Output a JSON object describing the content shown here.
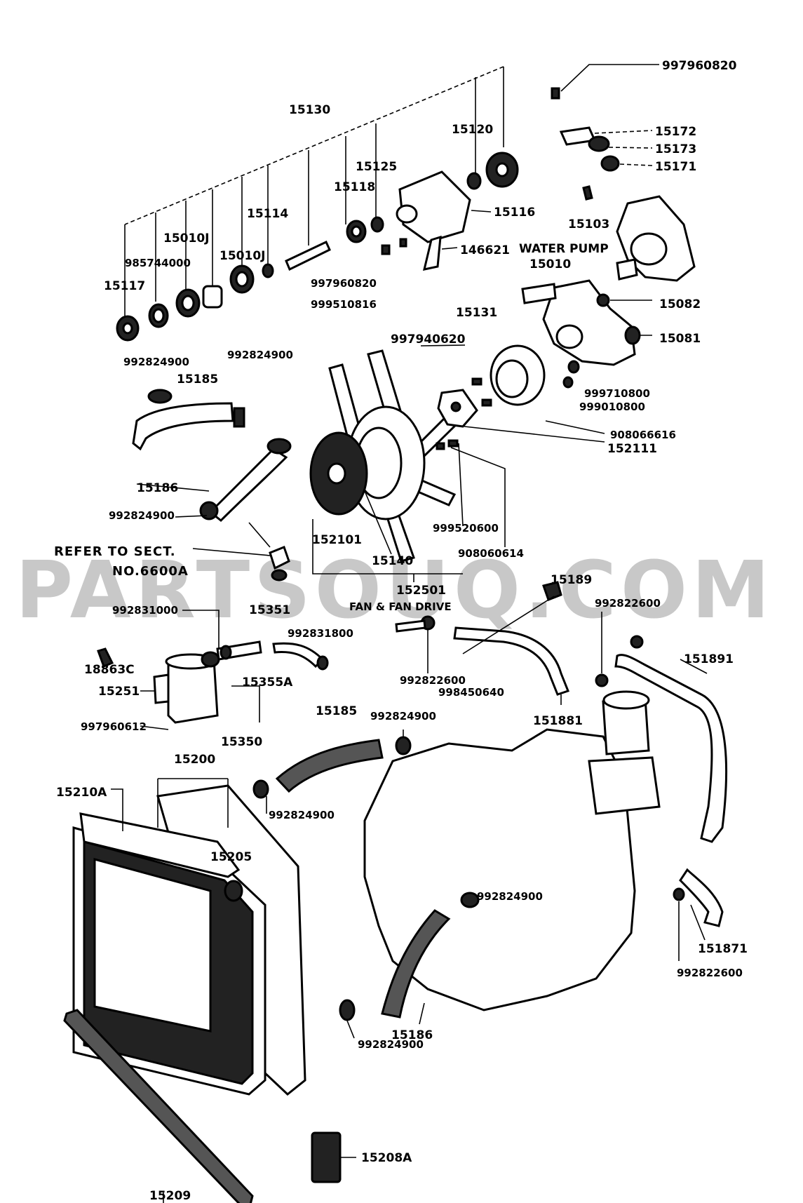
{
  "watermark": "PARTSOUQ.COM",
  "sections": {
    "water_pump": "WATER PUMP",
    "fan_drive": "FAN & FAN DRIVE",
    "refer_line1": "REFER TO SECT.",
    "refer_line2": "NO.6600A"
  },
  "labels": {
    "p997960820_top": "997960820",
    "p15130": "15130",
    "p15120": "15120",
    "p15172": "15172",
    "p15173": "15173",
    "p15125": "15125",
    "p15171": "15171",
    "p15118": "15118",
    "p15116": "15116",
    "p15114": "15114",
    "p15103": "15103",
    "p15010J_a": "15010J",
    "p985744000": "985744000",
    "p15010J_b": "15010J",
    "p146621": "146621",
    "p15010": "15010",
    "p15117": "15117",
    "p997960820_mid": "997960820",
    "p999510816": "999510816",
    "p15131": "15131",
    "p15082": "15082",
    "p997940620": "997940620",
    "p15081": "15081",
    "p992824900_a": "992824900",
    "p992824900_b": "992824900",
    "p15185_a": "15185",
    "p999710800": "999710800",
    "p999010800": "999010800",
    "p908066616": "908066616",
    "p152111": "152111",
    "p15186_a": "15186",
    "p992824900_c": "992824900",
    "p999520600": "999520600",
    "p152101": "152101",
    "p908060614": "908060614",
    "p15140": "15140",
    "p15189": "15189",
    "p152501": "152501",
    "p992822600_a": "992822600",
    "p992831000": "992831000",
    "p15351": "15351",
    "p992831800": "992831800",
    "p18863C": "18863C",
    "p992822600_b": "992822600",
    "p151891": "151891",
    "p15355A": "15355A",
    "p998450640": "998450640",
    "p15251": "15251",
    "p151881": "151881",
    "p997960612": "997960612",
    "p15350": "15350",
    "p15185_b": "15185",
    "p992824900_d": "992824900",
    "p15200": "15200",
    "p15210A": "15210A",
    "p992824900_e": "992824900",
    "p15205": "15205",
    "p992824900_f": "992824900",
    "p151871": "151871",
    "p992822600_c": "992822600",
    "p15186_b": "15186",
    "p992824900_g": "992824900",
    "p15208A": "15208A",
    "p15209": "15209"
  }
}
